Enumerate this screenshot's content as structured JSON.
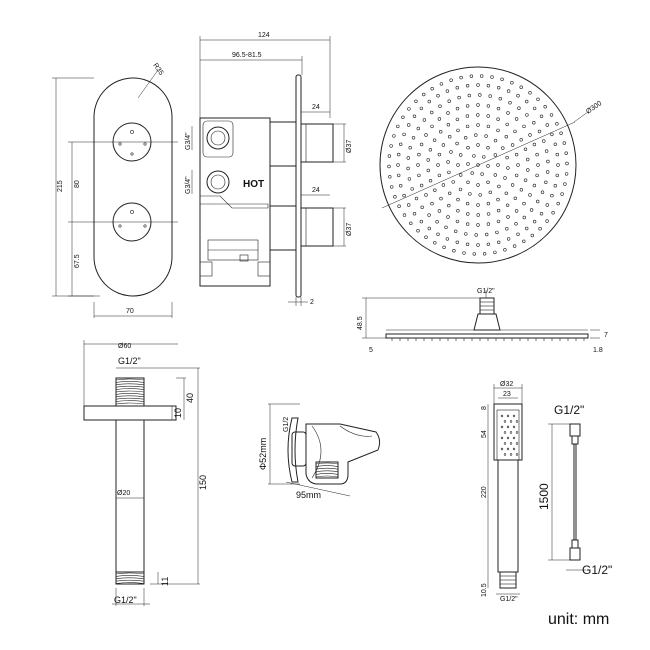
{
  "valve": {
    "width_total": "124",
    "body_range": "96.5-81.5",
    "radius": "R35",
    "height": "215",
    "spacing_upper": "80",
    "spacing_lower": "67.5",
    "plate_width": "70",
    "outlet_upper_len": "24",
    "outlet_lower_len": "24",
    "outlet_upper_dia": "Ø37",
    "outlet_lower_dia": "Ø37",
    "inlet_upper": "G3/4\"",
    "inlet_lower": "G3/4\"",
    "hot_label": "HOT",
    "plate_thickness": "2"
  },
  "shower_head": {
    "diameter": "Ø300",
    "connection": "G1/2\"",
    "height": "48.5",
    "edge_left": "5",
    "edge_right_top": "7",
    "edge_right_bottom": "1.8"
  },
  "arm": {
    "flange_dia": "Ø60",
    "top_thread": "G1/2\"",
    "flange_height": "40",
    "flange_thickness": "10",
    "length": "150",
    "tube_dia": "Ø20",
    "bottom_thread_len": "11",
    "bottom_thread": "G1/2\""
  },
  "wall_outlet": {
    "thread": "G1/2",
    "diameter": "Φ52mm",
    "depth": "95mm"
  },
  "handset": {
    "head_dia": "Ø32",
    "handle_width": "23",
    "top_cap": "8",
    "spray_len": "54",
    "length": "220",
    "thread": "G1/2\"",
    "bottom_len": "10.5"
  },
  "hose": {
    "top_thread": "G1/2\"",
    "length": "1500",
    "bottom_thread": "G1/2\""
  },
  "units": "unit: mm"
}
